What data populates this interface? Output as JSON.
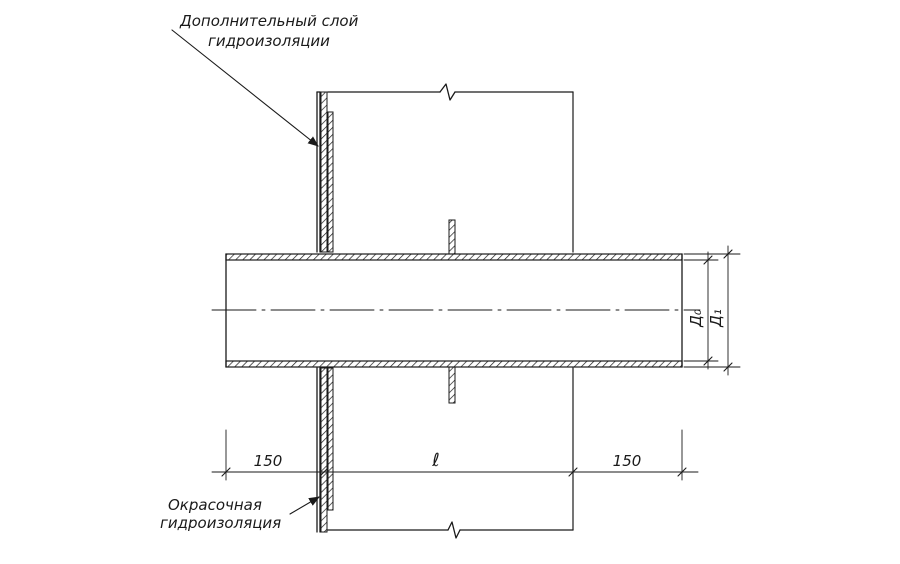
{
  "labels": {
    "extra_layer_line1": "Дополнительный слой",
    "extra_layer_line2": "гидроизоляции",
    "paint_line1": "Окрасочная",
    "paint_line2": "гидроизоляция"
  },
  "dimensions": {
    "left": "150",
    "middle": "ℓ",
    "right": "150",
    "d0": "Д₀",
    "d1": "Д₁"
  }
}
